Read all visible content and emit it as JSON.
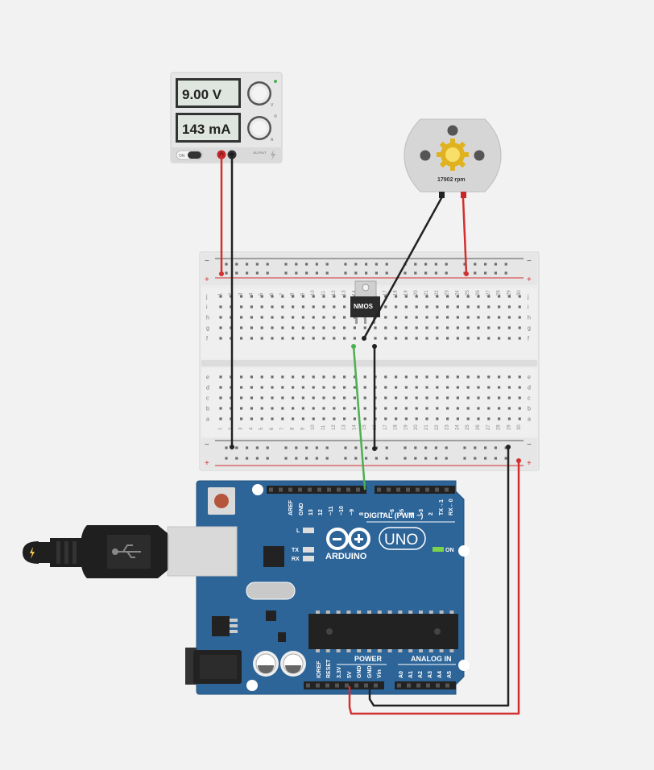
{
  "power_supply": {
    "voltage_display": "9.00 V",
    "current_display": "143 mA",
    "on_label": "ON",
    "voltage_knob_label": "V",
    "current_knob_label": "A",
    "output_label": "OUTPUT"
  },
  "motor": {
    "speed_label": "17902 rpm"
  },
  "transistor": {
    "label": "NMOS"
  },
  "breadboard": {
    "minus_label": "−",
    "plus_label": "+",
    "columns": [
      "1",
      "2",
      "3",
      "4",
      "5",
      "6",
      "7",
      "8",
      "9",
      "10",
      "11",
      "12",
      "13",
      "14",
      "15",
      "16",
      "17",
      "18",
      "19",
      "20",
      "21",
      "22",
      "23",
      "24",
      "25",
      "26",
      "27",
      "28",
      "29",
      "30"
    ],
    "top_rows": [
      "j",
      "i",
      "h",
      "g",
      "f"
    ],
    "bottom_rows": [
      "e",
      "d",
      "c",
      "b",
      "a"
    ]
  },
  "arduino": {
    "brand": "ARDUINO",
    "model": "UNO",
    "digital_header": "DIGITAL (PWM ~)",
    "power_header": "POWER",
    "analog_header": "ANALOG IN",
    "on_led_label": "ON",
    "l_led_label": "L",
    "tx_label": "TX",
    "rx_label": "RX",
    "digital_pins": [
      "AREF",
      "GND",
      "13",
      "12",
      "~11",
      "~10",
      "~9",
      "8",
      "7",
      "~6",
      "~5",
      "4",
      "~3",
      "2",
      "TX→1",
      "RX←0"
    ],
    "power_pins": [
      "IOREF",
      "RESET",
      "3.3V",
      "5V",
      "GND",
      "GND",
      "Vin"
    ],
    "analog_pins": [
      "A0",
      "A1",
      "A2",
      "A3",
      "A4",
      "A5"
    ]
  },
  "colors": {
    "board_blue": "#2d6599",
    "wire_red": "#d32f2f",
    "wire_black": "#222222",
    "wire_green": "#4caf50",
    "breadboard": "#e8e8e8"
  }
}
